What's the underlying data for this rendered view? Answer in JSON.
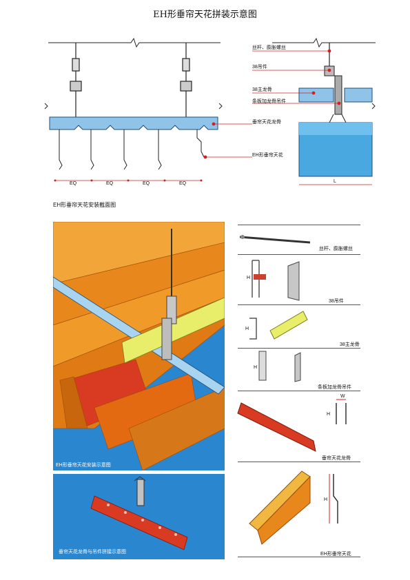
{
  "title": "EH形垂帘天花拼装示意图",
  "top_section": {
    "caption": "EH形垂帘天花安装截面图",
    "eq_labels": [
      "EQ",
      "EQ",
      "EQ",
      "EQ"
    ],
    "length_label": "L",
    "callouts": {
      "rod": "丝杆、膨胀螺丝",
      "hanger": "38吊件",
      "main_keel": "38主龙骨",
      "clip": "条板加龙骨吊件",
      "keel": "垂帘天花龙骨",
      "panel": "EH形垂帘天花"
    }
  },
  "panels": {
    "install": "EH形垂帘天花安装示意图",
    "joint": "垂帘天花龙骨与吊件拼接示意图"
  },
  "legend": {
    "items": [
      "丝杆、膨胀螺丝",
      "38吊件",
      "38主龙骨",
      "条板加龙骨吊件",
      "垂帘天花龙骨",
      "EH形垂帘天花"
    ],
    "dim_h": "H",
    "dim_w": "W"
  },
  "colors": {
    "keel_blue": "#8fc3e8",
    "panel_orange": "#e8871c",
    "panel_red": "#d83a22",
    "background_blue": "#2a86cf",
    "callout_red": "#d42020"
  }
}
